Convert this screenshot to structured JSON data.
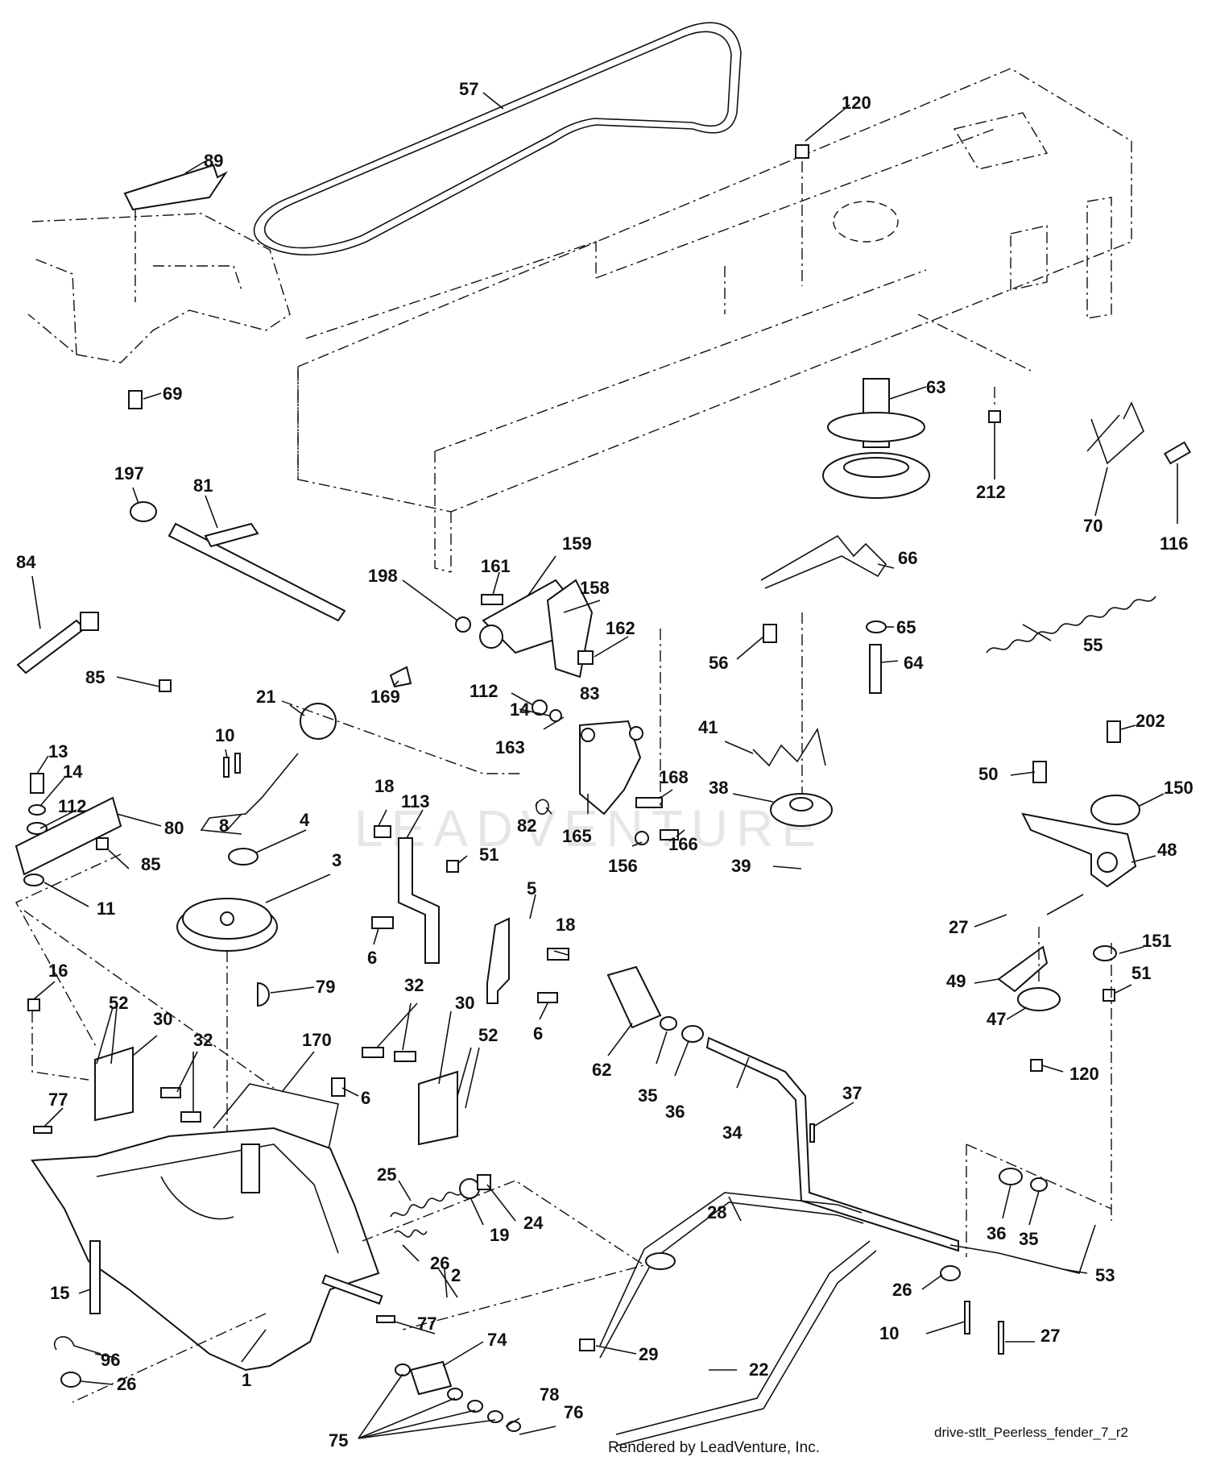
{
  "diagram": {
    "watermark": "LEADVENTURE",
    "footer_credit": "Rendered by LeadVenture, Inc.",
    "drawing_id": "drive-stlt_Peerless_fender_7_r2",
    "part_labels": [
      {
        "id": "57",
        "text": "57"
      },
      {
        "id": "120a",
        "text": "120"
      },
      {
        "id": "89",
        "text": "89"
      },
      {
        "id": "69",
        "text": "69"
      },
      {
        "id": "63",
        "text": "63"
      },
      {
        "id": "212",
        "text": "212"
      },
      {
        "id": "70",
        "text": "70"
      },
      {
        "id": "116",
        "text": "116"
      },
      {
        "id": "197",
        "text": "197"
      },
      {
        "id": "81",
        "text": "81"
      },
      {
        "id": "84",
        "text": "84"
      },
      {
        "id": "198",
        "text": "198"
      },
      {
        "id": "161",
        "text": "161"
      },
      {
        "id": "159",
        "text": "159"
      },
      {
        "id": "158",
        "text": "158"
      },
      {
        "id": "162",
        "text": "162"
      },
      {
        "id": "66",
        "text": "66"
      },
      {
        "id": "85a",
        "text": "85"
      },
      {
        "id": "21",
        "text": "21"
      },
      {
        "id": "169",
        "text": "169"
      },
      {
        "id": "112a",
        "text": "112"
      },
      {
        "id": "14a",
        "text": "14"
      },
      {
        "id": "83",
        "text": "83"
      },
      {
        "id": "65",
        "text": "65"
      },
      {
        "id": "56",
        "text": "56"
      },
      {
        "id": "64",
        "text": "64"
      },
      {
        "id": "55",
        "text": "55"
      },
      {
        "id": "10a",
        "text": "10"
      },
      {
        "id": "41",
        "text": "41"
      },
      {
        "id": "13",
        "text": "13"
      },
      {
        "id": "14b",
        "text": "14"
      },
      {
        "id": "163",
        "text": "163"
      },
      {
        "id": "168",
        "text": "168"
      },
      {
        "id": "202",
        "text": "202"
      },
      {
        "id": "112b",
        "text": "112"
      },
      {
        "id": "50",
        "text": "50"
      },
      {
        "id": "18a",
        "text": "18"
      },
      {
        "id": "38",
        "text": "38"
      },
      {
        "id": "150",
        "text": "150"
      },
      {
        "id": "80",
        "text": "80"
      },
      {
        "id": "8",
        "text": "8"
      },
      {
        "id": "82",
        "text": "82"
      },
      {
        "id": "4",
        "text": "4"
      },
      {
        "id": "113",
        "text": "113"
      },
      {
        "id": "165",
        "text": "165"
      },
      {
        "id": "166",
        "text": "166"
      },
      {
        "id": "85b",
        "text": "85"
      },
      {
        "id": "156",
        "text": "156"
      },
      {
        "id": "51a",
        "text": "51"
      },
      {
        "id": "48",
        "text": "48"
      },
      {
        "id": "3",
        "text": "3"
      },
      {
        "id": "39",
        "text": "39"
      },
      {
        "id": "11",
        "text": "11"
      },
      {
        "id": "5",
        "text": "5"
      },
      {
        "id": "27a",
        "text": "27"
      },
      {
        "id": "18b",
        "text": "18"
      },
      {
        "id": "6a",
        "text": "6"
      },
      {
        "id": "151",
        "text": "151"
      },
      {
        "id": "16",
        "text": "16"
      },
      {
        "id": "79",
        "text": "79"
      },
      {
        "id": "49",
        "text": "49"
      },
      {
        "id": "51b",
        "text": "51"
      },
      {
        "id": "32a",
        "text": "32"
      },
      {
        "id": "52a",
        "text": "52"
      },
      {
        "id": "30a",
        "text": "30"
      },
      {
        "id": "62",
        "text": "62"
      },
      {
        "id": "47",
        "text": "47"
      },
      {
        "id": "6b",
        "text": "6"
      },
      {
        "id": "32b",
        "text": "32"
      },
      {
        "id": "30b",
        "text": "30"
      },
      {
        "id": "170",
        "text": "170"
      },
      {
        "id": "52b",
        "text": "52"
      },
      {
        "id": "35a",
        "text": "35"
      },
      {
        "id": "36a",
        "text": "36"
      },
      {
        "id": "120b",
        "text": "120"
      },
      {
        "id": "6c",
        "text": "6"
      },
      {
        "id": "77a",
        "text": "77"
      },
      {
        "id": "34",
        "text": "34"
      },
      {
        "id": "37",
        "text": "37"
      },
      {
        "id": "25",
        "text": "25"
      },
      {
        "id": "24",
        "text": "24"
      },
      {
        "id": "19",
        "text": "19"
      },
      {
        "id": "28",
        "text": "28"
      },
      {
        "id": "36b",
        "text": "36"
      },
      {
        "id": "35b",
        "text": "35"
      },
      {
        "id": "26a",
        "text": "26"
      },
      {
        "id": "53",
        "text": "53"
      },
      {
        "id": "15",
        "text": "15"
      },
      {
        "id": "26b",
        "text": "26"
      },
      {
        "id": "2",
        "text": "2"
      },
      {
        "id": "77b",
        "text": "77"
      },
      {
        "id": "74",
        "text": "74"
      },
      {
        "id": "29",
        "text": "29"
      },
      {
        "id": "10b",
        "text": "10"
      },
      {
        "id": "27b",
        "text": "27"
      },
      {
        "id": "96",
        "text": "96"
      },
      {
        "id": "1",
        "text": "1"
      },
      {
        "id": "22",
        "text": "22"
      },
      {
        "id": "78",
        "text": "78"
      },
      {
        "id": "76",
        "text": "76"
      },
      {
        "id": "26c",
        "text": "26"
      },
      {
        "id": "75",
        "text": "75"
      }
    ]
  }
}
